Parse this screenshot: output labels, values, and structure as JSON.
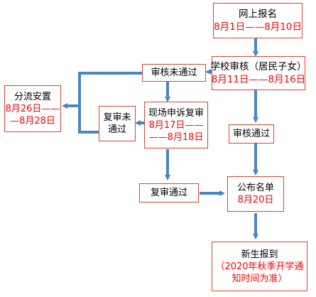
{
  "colors": {
    "box_border": "#e0412f",
    "arrow": "#4a86c6",
    "date_text": "#ff0000",
    "label_text": "#000000"
  },
  "nodes": {
    "online_registration": {
      "title": "网上报名",
      "date": "8月1日——8月10日"
    },
    "school_review": {
      "title": "学校审核（居民子女）",
      "date": "8月11日——8月16日"
    },
    "review_failed": {
      "title": "审核未通过"
    },
    "review_passed": {
      "title": "审核通过"
    },
    "onsite_appeal": {
      "title": "现场申诉复审",
      "date_line1": "8月17日——",
      "date_line2": "——8月18日"
    },
    "recheck_failed": {
      "line1": "复审未",
      "line2": "通过"
    },
    "diversion": {
      "title": "分流安置",
      "date_line1": "8月26日——",
      "date_line2": "—8月28日"
    },
    "recheck_passed": {
      "title": "复审通过"
    },
    "publish_list": {
      "title": "公布名单",
      "date": "8月20日"
    },
    "new_student_report": {
      "title": "新生报到",
      "note_line1": "（2020年秋季开学通",
      "note_line2": "知时间为准）"
    }
  }
}
